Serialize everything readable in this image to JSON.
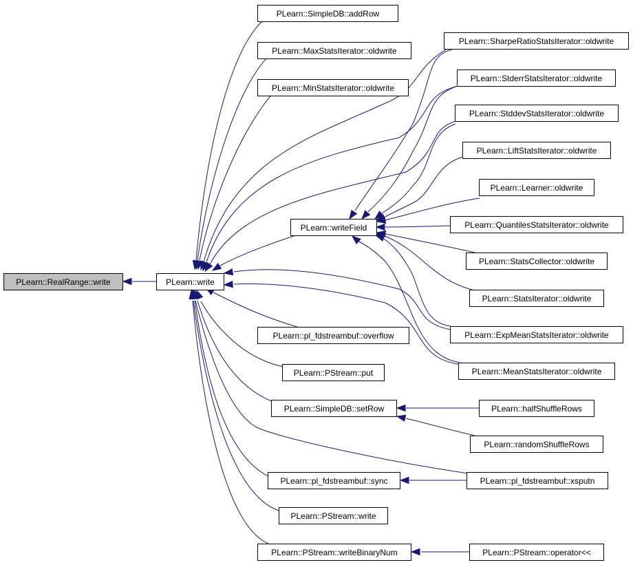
{
  "colors": {
    "edge": "#191970",
    "root_fill": "#bfbfbf",
    "node_fill": "#ffffff",
    "node_border": "#000000"
  },
  "nodes": [
    {
      "id": "realrange",
      "label": "PLearn::RealRange::write",
      "root": true
    },
    {
      "id": "write",
      "label": "PLearn::write"
    },
    {
      "id": "addRow",
      "label": "PLearn::SimpleDB::addRow"
    },
    {
      "id": "maxStats",
      "label": "PLearn::MaxStatsIterator::oldwrite"
    },
    {
      "id": "minStats",
      "label": "PLearn::MinStatsIterator::oldwrite"
    },
    {
      "id": "writeField",
      "label": "PLearn::writeField"
    },
    {
      "id": "overflow",
      "label": "PLearn::pl_fdstreambuf::overflow"
    },
    {
      "id": "put",
      "label": "PLearn::PStream::put"
    },
    {
      "id": "setRow",
      "label": "PLearn::SimpleDB::setRow"
    },
    {
      "id": "sync",
      "label": "PLearn::pl_fdstreambuf::sync"
    },
    {
      "id": "pwrite",
      "label": "PLearn::PStream::write"
    },
    {
      "id": "writeBinaryNum",
      "label": "PLearn::PStream::writeBinaryNum"
    },
    {
      "id": "sharpe",
      "label": "PLearn::SharpeRatioStatsIterator::oldwrite"
    },
    {
      "id": "stderr",
      "label": "PLearn::StderrStatsIterator::oldwrite"
    },
    {
      "id": "stddev",
      "label": "PLearn::StddevStatsIterator::oldwrite"
    },
    {
      "id": "lift",
      "label": "PLearn::LiftStatsIterator::oldwrite"
    },
    {
      "id": "learner",
      "label": "PLearn::Learner::oldwrite"
    },
    {
      "id": "quantiles",
      "label": "PLearn::QuantilesStatsIterator::oldwrite"
    },
    {
      "id": "statsCollector",
      "label": "PLearn::StatsCollector::oldwrite"
    },
    {
      "id": "statsIterator",
      "label": "PLearn::StatsIterator::oldwrite"
    },
    {
      "id": "expMean",
      "label": "PLearn::ExpMeanStatsIterator::oldwrite"
    },
    {
      "id": "mean",
      "label": "PLearn::MeanStatsIterator::oldwrite"
    },
    {
      "id": "halfShuffle",
      "label": "PLearn::halfShuffleRows"
    },
    {
      "id": "randomShuffle",
      "label": "PLearn::randomShuffleRows"
    },
    {
      "id": "xsputn",
      "label": "PLearn::pl_fdstreambuf::xsputn"
    },
    {
      "id": "opShift",
      "label": "PLearn::PStream::operator<<"
    }
  ],
  "edges": [
    {
      "from": "write",
      "to": "realrange"
    },
    {
      "from": "addRow",
      "to": "write"
    },
    {
      "from": "maxStats",
      "to": "write"
    },
    {
      "from": "minStats",
      "to": "write"
    },
    {
      "from": "sharpe",
      "to": "write"
    },
    {
      "from": "stderr",
      "to": "write"
    },
    {
      "from": "stddev",
      "to": "write"
    },
    {
      "from": "writeField",
      "to": "write"
    },
    {
      "from": "expMean",
      "to": "write"
    },
    {
      "from": "mean",
      "to": "write"
    },
    {
      "from": "overflow",
      "to": "write"
    },
    {
      "from": "put",
      "to": "write"
    },
    {
      "from": "setRow",
      "to": "write"
    },
    {
      "from": "xsputn",
      "to": "write"
    },
    {
      "from": "sync",
      "to": "write"
    },
    {
      "from": "pwrite",
      "to": "write"
    },
    {
      "from": "writeBinaryNum",
      "to": "write"
    },
    {
      "from": "sharpe",
      "to": "writeField"
    },
    {
      "from": "stderr",
      "to": "writeField"
    },
    {
      "from": "stddev",
      "to": "writeField"
    },
    {
      "from": "lift",
      "to": "writeField"
    },
    {
      "from": "learner",
      "to": "writeField"
    },
    {
      "from": "quantiles",
      "to": "writeField"
    },
    {
      "from": "statsCollector",
      "to": "writeField"
    },
    {
      "from": "statsIterator",
      "to": "writeField"
    },
    {
      "from": "expMean",
      "to": "writeField"
    },
    {
      "from": "mean",
      "to": "writeField"
    },
    {
      "from": "halfShuffle",
      "to": "setRow"
    },
    {
      "from": "randomShuffle",
      "to": "setRow"
    },
    {
      "from": "xsputn",
      "to": "sync"
    },
    {
      "from": "opShift",
      "to": "writeBinaryNum"
    }
  ]
}
